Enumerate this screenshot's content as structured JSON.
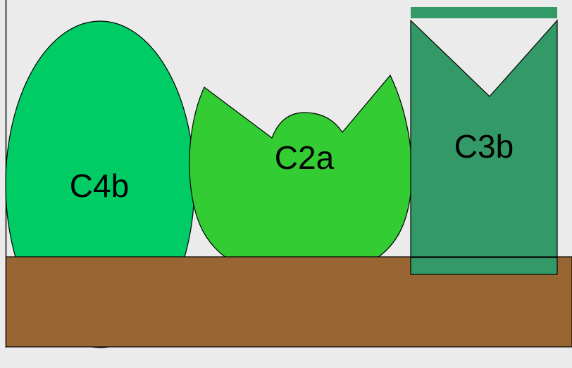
{
  "colors": {
    "background": "#ebebeb",
    "frame": "#000000",
    "ground": "#996633",
    "c4b": "#00cc66",
    "c2a": "#33cc33",
    "c3b": "#339966",
    "stroke": "#000000"
  },
  "shapes": {
    "c4b": {
      "label": "C4b"
    },
    "c2a": {
      "label": "C2a"
    },
    "c3b": {
      "label": "C3b"
    }
  }
}
